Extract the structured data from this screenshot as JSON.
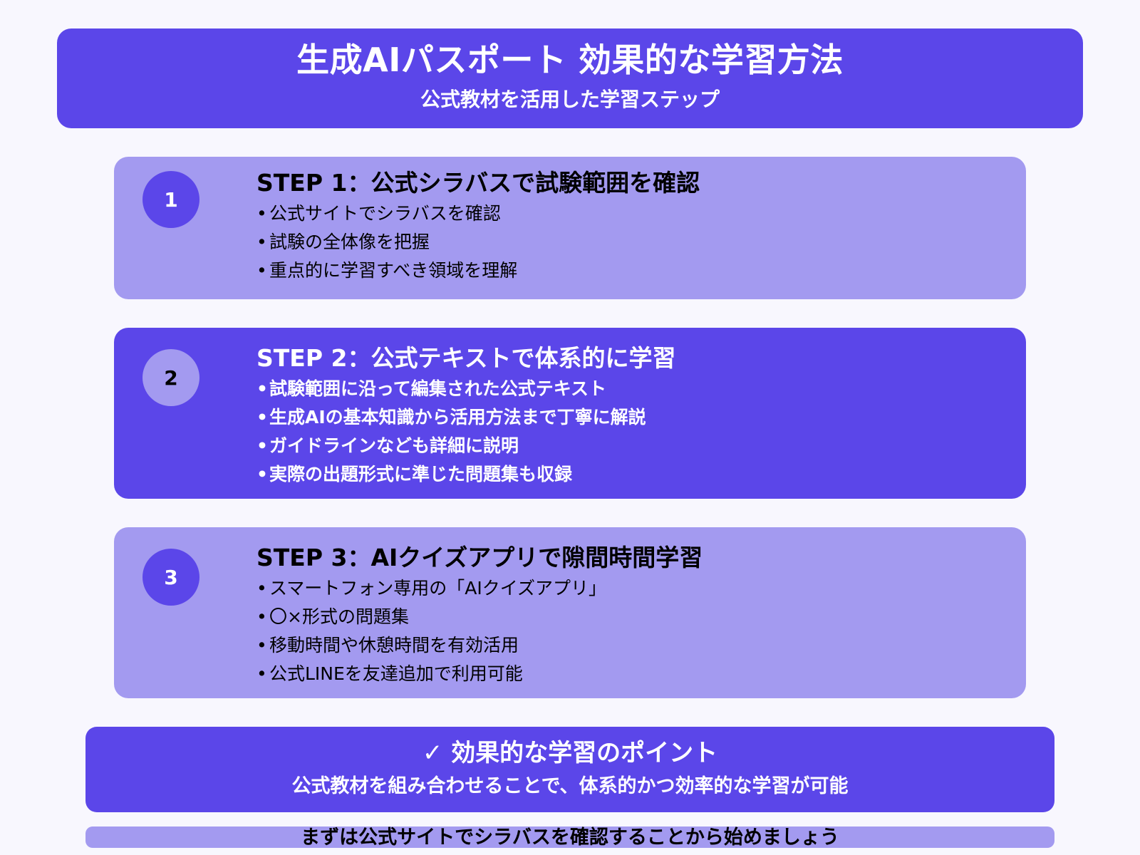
{
  "header": {
    "title": "生成AIパスポート 効果的な学習方法",
    "subtitle": "公式教材を活用した学習ステップ"
  },
  "colors": {
    "background": "#f8f7fe",
    "primary": "#5b46e9",
    "light": "#a39af0",
    "text_dark": "#000000",
    "text_light": "#ffffff"
  },
  "steps": [
    {
      "number": "1",
      "title": "STEP 1：公式シラバスで試験範囲を確認",
      "bullets": [
        "公式サイトでシラバスを確認",
        "試験の全体像を把握",
        "重点的に学習すべき領域を理解"
      ]
    },
    {
      "number": "2",
      "title": "STEP 2：公式テキストで体系的に学習",
      "bullets": [
        "試験範囲に沿って編集された公式テキスト",
        "生成AIの基本知識から活用方法まで丁寧に解説",
        "ガイドラインなども詳細に説明",
        "実際の出題形式に準じた問題集も収録"
      ]
    },
    {
      "number": "3",
      "title": "STEP 3：AIクイズアプリで隙間時間学習",
      "bullets": [
        "スマートフォン専用の「AIクイズアプリ」",
        "〇×形式の問題集",
        "移動時間や休憩時間を有効活用",
        "公式LINEを友達追加で利用可能"
      ]
    }
  ],
  "bullet_glyph": "•",
  "points": {
    "icon": "check-icon",
    "icon_glyph": "✓",
    "title": "効果的な学習のポイント",
    "body": "公式教材を組み合わせることで、体系的かつ効率的な学習が可能"
  },
  "footer": {
    "text": "まずは公式サイトでシラバスを確認することから始めましょう"
  }
}
